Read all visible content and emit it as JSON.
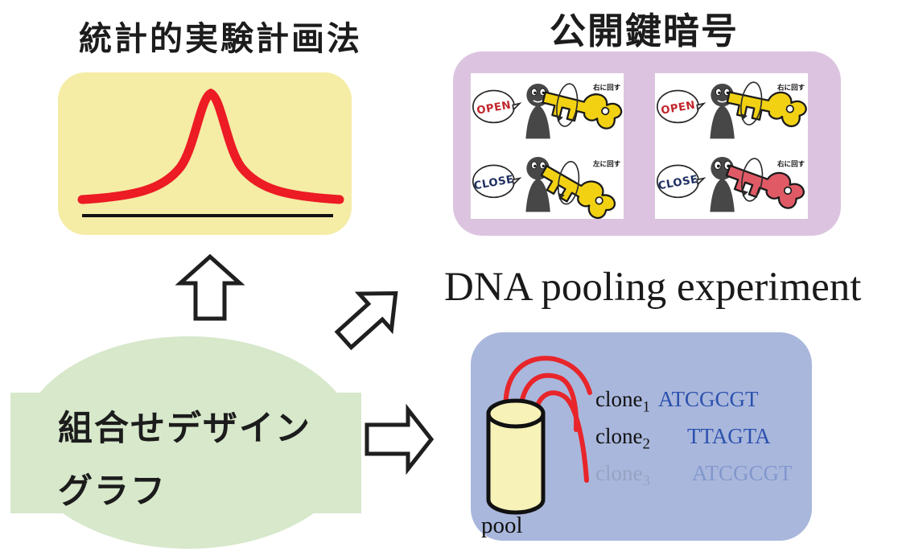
{
  "titles": {
    "stat": "統計的実験計画法",
    "crypto": "公開鍵暗号",
    "dna": "DNA pooling experiment"
  },
  "concept": {
    "line1": "組合せデザイン",
    "line2": "グラフ"
  },
  "crypto": {
    "panels": [
      {
        "rows": [
          {
            "bubble": "OPEN",
            "note": "右に回す",
            "key_color_name": "yellow-key"
          },
          {
            "bubble": "CLOSE",
            "note": "左に回す",
            "key_color_name": "yellow-key"
          }
        ]
      },
      {
        "rows": [
          {
            "bubble": "OPEN",
            "note": "右に回す",
            "key_color_name": "yellow-key"
          },
          {
            "bubble": "CLOSE",
            "note": "右に回す",
            "key_color_name": "red-key"
          }
        ]
      }
    ]
  },
  "dna": {
    "pool_label": "pool",
    "clones": [
      {
        "name": "clone",
        "index": "1",
        "sequence": "ATCGCGT"
      },
      {
        "name": "clone",
        "index": "2",
        "sequence": "TTAGTA"
      },
      {
        "name": "clone",
        "index": "3",
        "sequence": "ATCGCGT"
      }
    ]
  },
  "colors": {
    "stat_box": "#f5eca6",
    "crypto_box": "#dcc4e0",
    "dna_box": "#a9b7dc",
    "concept_ellipse": "#d7e8cb",
    "curve_red": "#ec1b24",
    "key_yellow": "#f2d113",
    "key_red": "#e05a66",
    "sequence_blue": "#2b51ae",
    "cylinder_yellow": "#f6f2b8"
  }
}
